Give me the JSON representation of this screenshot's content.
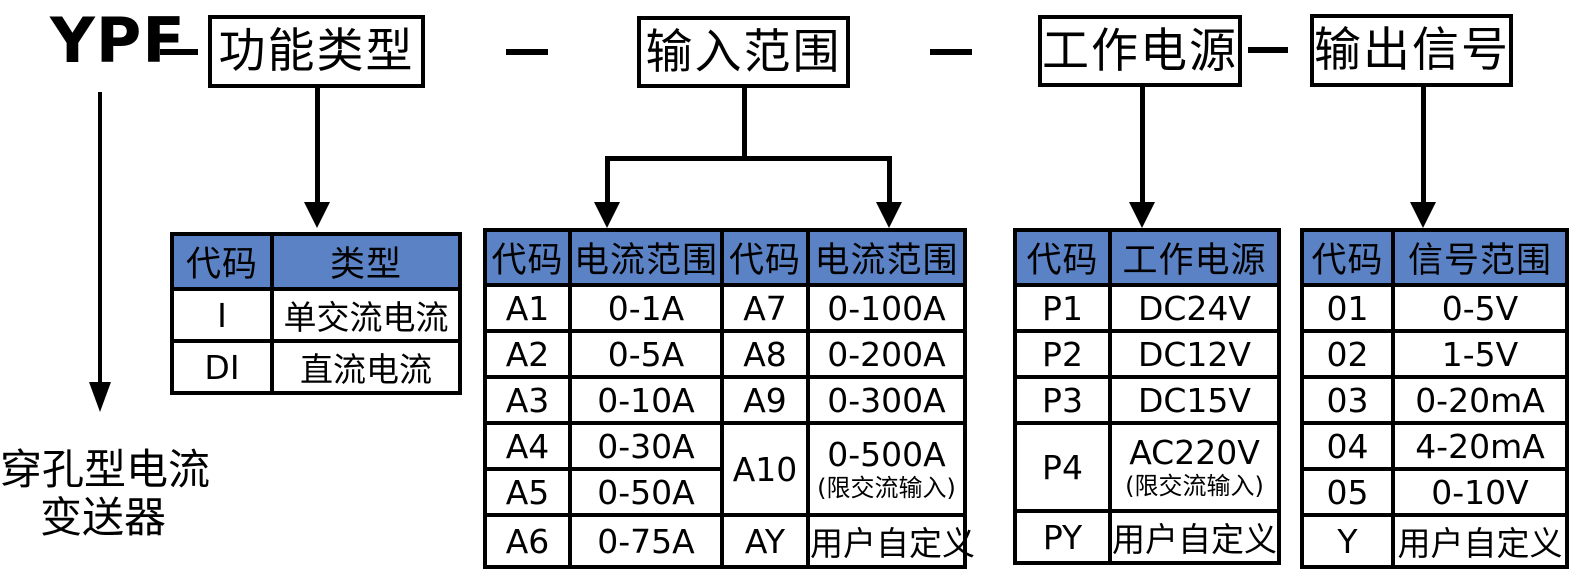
{
  "model_code": {
    "prefix": "YPF",
    "separator": "—",
    "segments": [
      {
        "label": "功能类型"
      },
      {
        "label": "输入范围"
      },
      {
        "label": "工作电源"
      },
      {
        "label": "输出信号"
      }
    ]
  },
  "product_note": {
    "line1": "穿孔型电流",
    "line2": "变送器"
  },
  "colors": {
    "header_blue": "#5B82C4",
    "line_black": "#000000",
    "background": "#FFFFFF"
  },
  "tables": {
    "function_type": {
      "headers": [
        "代码",
        "类型"
      ],
      "rows": [
        [
          "I",
          "单交流电流"
        ],
        [
          "DI",
          "直流电流"
        ]
      ]
    },
    "input_range": {
      "headers": [
        "代码",
        "电流范围",
        "代码",
        "电流范围"
      ],
      "left_rows": [
        [
          "A1",
          "0-1A"
        ],
        [
          "A2",
          "0-5A"
        ],
        [
          "A3",
          "0-10A"
        ],
        [
          "A4",
          "0-30A"
        ],
        [
          "A5",
          "0-50A"
        ],
        [
          "A6",
          "0-75A"
        ]
      ],
      "right_rows": [
        [
          "A7",
          "0-100A"
        ],
        [
          "A8",
          "0-200A"
        ],
        [
          "A9",
          "0-300A"
        ],
        [
          "A10",
          "0-500A",
          "(限交流输入)"
        ],
        [
          "AY",
          "用户自定义"
        ]
      ]
    },
    "power_supply": {
      "headers": [
        "代码",
        "工作电源"
      ],
      "rows": [
        [
          "P1",
          "DC24V"
        ],
        [
          "P2",
          "DC12V"
        ],
        [
          "P3",
          "DC15V"
        ],
        [
          "P4",
          "AC220V",
          "(限交流输入)"
        ],
        [
          "PY",
          "用户自定义"
        ]
      ]
    },
    "output_signal": {
      "headers": [
        "代码",
        "信号范围"
      ],
      "rows": [
        [
          "01",
          "0-5V"
        ],
        [
          "02",
          "1-5V"
        ],
        [
          "03",
          "0-20mA"
        ],
        [
          "04",
          "4-20mA"
        ],
        [
          "05",
          "0-10V"
        ],
        [
          "Y",
          "用户自定义"
        ]
      ]
    }
  }
}
